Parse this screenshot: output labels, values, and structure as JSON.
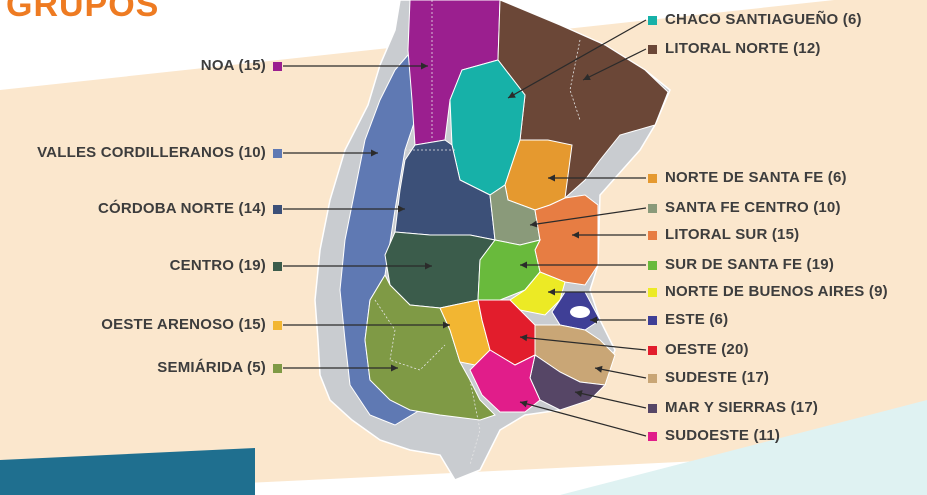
{
  "title": "GRUPOS",
  "colors": {
    "background_band": "#fbe7cd",
    "teal_band": "#dff2f2",
    "dark_teal_band": "#1f6f8f",
    "outline_gray": "#c9ccd0",
    "title": "#ee7b22",
    "label_text": "#3d3d3d"
  },
  "groups": [
    {
      "id": "noa",
      "label": "NOA (15)",
      "color": "#9b1f8f",
      "side": "left"
    },
    {
      "id": "valles",
      "label": "VALLES CORDILLERANOS (10)",
      "color": "#5f79b3",
      "side": "left"
    },
    {
      "id": "cordoba-norte",
      "label": "CÓRDOBA NORTE (14)",
      "color": "#3c5078",
      "side": "left"
    },
    {
      "id": "centro",
      "label": "CENTRO (19)",
      "color": "#3b5c4b",
      "side": "left"
    },
    {
      "id": "oeste-arenoso",
      "label": "OESTE ARENOSO (15)",
      "color": "#f2b632",
      "side": "left"
    },
    {
      "id": "semiarida",
      "label": "SEMIÁRIDA (5)",
      "color": "#7f9a45",
      "side": "left"
    },
    {
      "id": "chaco",
      "label": "CHACO SANTIAGUEÑO (6)",
      "color": "#17b1a8",
      "side": "right"
    },
    {
      "id": "litoral-norte",
      "label": "LITORAL NORTE (12)",
      "color": "#6b4737",
      "side": "right"
    },
    {
      "id": "norte-santa-fe",
      "label": "NORTE DE SANTA FE (6)",
      "color": "#e5992f",
      "side": "right"
    },
    {
      "id": "santa-fe-centro",
      "label": "SANTA FE CENTRO (10)",
      "color": "#8a9a7a",
      "side": "right"
    },
    {
      "id": "litoral-sur",
      "label": "LITORAL SUR (15)",
      "color": "#e77d43",
      "side": "right"
    },
    {
      "id": "sur-santa-fe",
      "label": "SUR DE SANTA FE (19)",
      "color": "#69ba3c",
      "side": "right"
    },
    {
      "id": "norte-bsas",
      "label": "NORTE DE BUENOS AIRES (9)",
      "color": "#ecea25",
      "side": "right"
    },
    {
      "id": "este",
      "label": "ESTE (6)",
      "color": "#3f3f96",
      "side": "right"
    },
    {
      "id": "oeste",
      "label": "OESTE (20)",
      "color": "#e21d2c",
      "side": "right"
    },
    {
      "id": "sudeste",
      "label": "SUDESTE (17)",
      "color": "#c9a676",
      "side": "right"
    },
    {
      "id": "mar-sierras",
      "label": "MAR Y SIERRAS (17)",
      "color": "#564666",
      "side": "right"
    },
    {
      "id": "sudoeste",
      "label": "SUDOESTE (11)",
      "color": "#e11d8a",
      "side": "right"
    }
  ]
}
